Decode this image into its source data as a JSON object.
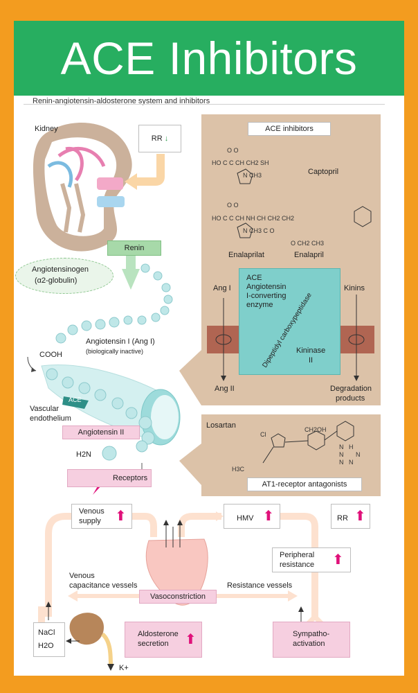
{
  "header": {
    "title": "ACE Inhibitors"
  },
  "subtitle": "Renin-angiotensin-aldosterone system and inhibitors",
  "kidney": {
    "label": "Kidney",
    "rr_label": "RR",
    "rr_arrow": "↓"
  },
  "renin": {
    "label": "Renin"
  },
  "angiotensinogen": {
    "line1": "Angiotensinogen",
    "line2": "(α2-globulin)"
  },
  "angiotensin1": {
    "line1": "Angiotensin I (Ang I)",
    "line2": "(biologically inactive)"
  },
  "cooh": "COOH",
  "ace_label": "ACE",
  "vascular": {
    "line1": "Vascular",
    "line2": "endothelium"
  },
  "angiotensin2": {
    "label": "Angiotensin II",
    "h2n": "H2N"
  },
  "receptors": {
    "label": "Receptors"
  },
  "ace_panel": {
    "title": "ACE inhibitors",
    "captopril": {
      "name": "Captopril",
      "row1": "O      O",
      "row2": "HO    C      C    CH   CH2    SH",
      "row3": "N           CH3"
    },
    "enalapril": {
      "row1": "O      O",
      "row2": "HO    C      C    CH   NH    CH   CH2    CH2",
      "row3": "N           CH3           C    O",
      "row4": "O   CH2   CH3",
      "left_name": "Enalaprilat",
      "right_name": "Enalapril"
    },
    "enzyme": {
      "line1": "ACE",
      "line2": "Angiotensin",
      "line3": "I-converting",
      "line4": "enzyme",
      "diagonal": "Dipeptidyl carboxypeptidase",
      "kininase1": "Kininase",
      "kininase2": "II"
    },
    "ang1": "Ang I",
    "ang2": "Ang II",
    "kinins": "Kinins",
    "degradation": {
      "line1": "Degradation",
      "line2": "products"
    }
  },
  "losartan_panel": {
    "name": "Losartan",
    "ch2oh": "CH2OH",
    "cl": "Cl",
    "h3c": "H3C",
    "tetrazole": "N   H\nN       N\nN   N",
    "caption": "AT1-receptor antagonists"
  },
  "circulation": {
    "venous_supply": {
      "line1": "Venous",
      "line2": "supply"
    },
    "hmv": "HMV",
    "rr": "RR",
    "peripheral": {
      "line1": "Peripheral",
      "line2": "resistance"
    },
    "venous_capacitance": {
      "line1": "Venous",
      "line2": "capacitance vessels"
    },
    "resistance_vessels": "Resistance vessels",
    "vasoconstriction": "Vasoconstriction",
    "nacl": "NaCl",
    "h2o": "H2O",
    "aldosterone": {
      "line1": "Aldosterone",
      "line2": "secretion"
    },
    "sympatho": {
      "line1": "Sympatho-",
      "line2": "activation"
    },
    "k": "K+",
    "up_arrow": "⬆"
  },
  "colors": {
    "accent_green": "#27ae60",
    "frame_orange": "#f39c1f",
    "tan_panel": "#dcc2a8",
    "teal": "#7fcfcb",
    "magenta": "#e0117a",
    "pink_box": "#f6cfe0"
  }
}
